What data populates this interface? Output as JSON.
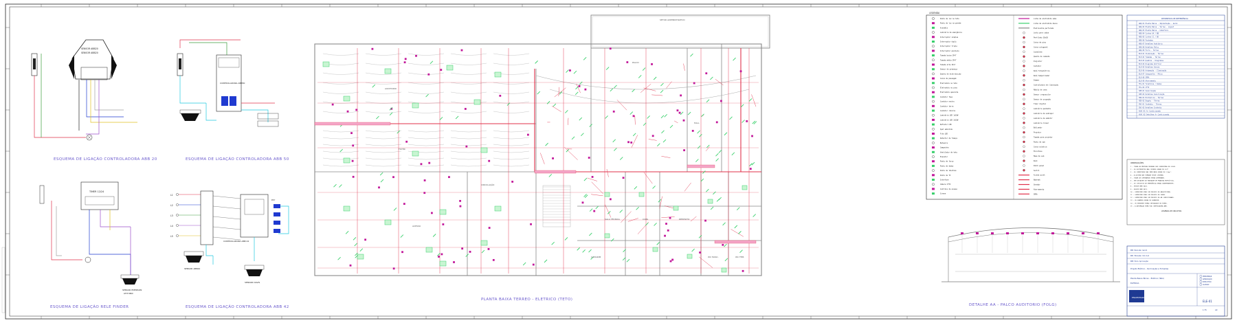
{
  "drawing": {
    "captions": {
      "abb20": "ESQUEMA DE LIGAÇÃO CONTROLADORA ABB 20",
      "abb50": "ESQUEMA DE LIGAÇÃO CONTROLADORA ABB 50",
      "finder": "ESQUEMA DE LIGAÇÃO RELE FINDER",
      "abb42": "ESQUEMA DE LIGAÇÃO CONTROLADORA ABB 42",
      "plan": "PLANTA BAIXA TERREO - ELETRICO (TETO)",
      "detail": "DETALHE AA - PALCO AUDITORIO (FOLG)"
    },
    "schematic_labels": {
      "sensor_abb_a": "SENSOR ABB20",
      "sensor_abb_b": "SENSOR ABB20",
      "controladora_abb": "CONTROLADORA ABB50",
      "timer": "TIMER 12/24",
      "sensor_abb42": "SENSOR ABB42",
      "sensor_davis": "SENSOR DAVIS",
      "controladora_abb42": "CONTROLADORA ABB 42",
      "sensor_emerson": "SENSOR EMERSON",
      "sensor_emerson_sub": "LEYP 8800",
      "l1": "L1",
      "l2": "L2",
      "l3": "L3",
      "l4": "L4",
      "l5": "L5",
      "pxy": "PXY"
    },
    "rooms": {
      "auditorio": "AUDITORIO",
      "palco": "PALCO",
      "foyer": "FOYER",
      "hall": "HALL",
      "circulacao": "CIRCULAÇÃO",
      "copa": "COPA",
      "deposito": "DEPÓSITO",
      "wc_masc": "WC MASC.",
      "wc_fem": "WC FEM.",
      "camarim": "CAMARIM",
      "sala_tecnica": "SALA TÉCNICA",
      "acesso": "ACESSO",
      "setor_adm": "SETOR ADMINISTRATIVO"
    },
    "legend": {
      "title": "LEGENDA",
      "left_items": [
        "Ponto de luz no teto",
        "Ponto de luz na parede",
        "Arandela",
        "Luminária de emergência",
        "Interruptor simples",
        "Interruptor duplo",
        "Interruptor triplo",
        "Interruptor paralelo",
        "Tomada baixa 2P+T",
        "Tomada média 2P+T",
        "Tomada alta 2P+T",
        "Sensor de presença",
        "Quadro de distribuição",
        "Caixa de passagem",
        "Eletroduto no teto",
        "Eletroduto no piso",
        "Eletroduto aparente",
        "Condutor fase",
        "Condutor neutro",
        "Condutor terra",
        "Condutor retorno",
        "Luminária LED 1x18W",
        "Luminária LED 2x18W",
        "Refletor LED",
        "Spot embutido",
        "Fita LED",
        "Detector de fumaça",
        "Botoeira",
        "Campainha",
        "Ventilador de teto",
        "Exaustor",
        "Ponto de força",
        "Ponto de dados",
        "Ponto de telefone",
        "Ponto de TV",
        "Interfone",
        "Câmera CFTV",
        "Controle de acesso",
        "Sirene"
      ],
      "right_items": [
        "Linha de eletroduto sobe",
        "Linha de eletroduto desce",
        "Eletrocalha perfurada",
        "Leito para cabos",
        "Perfilado 38x38",
        "Caixa de piso",
        "Caixa octogonal",
        "Condulete",
        "Quadro de comando",
        "Disjuntor",
        "Contator",
        "Relé fotoelétrico",
        "Relé temporizador",
        "Dimmer",
        "Controladora de iluminação",
        "Módulo de cena",
        "Sensor crepuscular",
        "Sensor de ocupação",
        "Timer digital",
        "Luminária pendente",
        "Luminária de sobrepor",
        "Luminária de embutir",
        "Luminária linear",
        "Balizador",
        "Projetor",
        "Tomada para projetor",
        "Ponto de som",
        "Caixa acústica",
        "Microfone",
        "Mesa de som",
        "Rack",
        "Patch panel",
        "Switch",
        "Access point",
        "Nobreak",
        "Gerador",
        "Aterramento",
        "SPDA"
      ]
    },
    "revisions": {
      "title": "DESENHOS DE REFERÊNCIA",
      "rows": [
        "ARQ-01 Planta Baixa - Implantação - Geral",
        "ARQ-02 Planta Baixa - Térreo - Layout",
        "ARQ-03 Planta Baixa - Cobertura",
        "ARQ-04 Cortes AA / BB",
        "ARQ-05 Cortes CC / DD",
        "ARQ-06 Fachadas",
        "ARQ-07 Detalhes Auditório",
        "ARQ-08 Detalhes Palco",
        "ARQ-09 Forro - Térreo",
        "ELE-01 Iluminação - Térreo",
        "ELE-02 Tomadas - Térreo",
        "ELE-03 Quadros - Diagramas",
        "ELE-04 Diagrama Unifilar",
        "ELE-05 Detalhes Gerais",
        "ELE-06 Automação - Iluminação",
        "ELE-07 Cenografia - Palco",
        "ELE-08 SPDA",
        "ELE-09 Aterramento",
        "TEL-01 Telefonia / Dados",
        "TEL-02 CFTV",
        "SOM-01 Sonorização",
        "SOM-02 Detalhes Sonorização",
        "HID-01 Hidráulica - Térreo",
        "HID-02 Esgoto - Térreo",
        "INC-01 Incêndio - Térreo",
        "INC-02 Detalhes Incêndio",
        "AVAC-01 Ar Condicionado",
        "AVAC-02 Detalhes Ar Condicionado"
      ]
    },
    "notes": {
      "title": "OBSERVAÇÕES",
      "lines": [
        "1 - TODAS AS MEDIDAS DEVERÃO SER CONFERIDAS NO LOCAL.",
        "2 - OS ELETRODUTOS NÃO COTADOS SERÃO DE 3/4\".",
        "3 - OS CONDUTORES NÃO INDICADOS SERÃO DE 2,5mm².",
        "4 - A ALTURA DAS TOMADAS SEGUE LEGENDA.",
        "5 - TODAS AS LUMINÁRIAS SERÃO ATERRADAS.",
        "6 - VER DETALHES DE MONTAGEM EM PRANCHA ESPECÍFICA.",
        "7 - OS CIRCUITOS DE EMERGÊNCIA SERÃO INDEPENDENTES.",
        "8 - SEGUIR NBR 5410.",
        "9 - SEGUIR NBR 5413.",
        "10 - COMPATIBILIZAR COM PROJETO DE ARQUITETURA.",
        "11 - COMPATIBILIZAR COM PROJETO DE FORRO.",
        "12 - COMPATIBILIZAR COM PROJETO DE AR CONDICIONADO.",
        "13 - OS QUADROS SERÃO DE SOBREPOR.",
        "14 - OS SENSORES SERÃO INSTALADOS NO FORRO.",
        "15 - A AUTOMAÇÃO SERÁ VIA CONTROLADORA ABB."
      ],
      "sub_title": "LEGENDA DE CIRCUITOS"
    },
    "title_block": {
      "rev_rows": [
        "R02  Revisão Geral",
        "R01  Emissão Inicial",
        "R00  Para Aprovação"
      ],
      "project": "Projeto Elétrico - Iluminação e Tomadas",
      "sheet_title": "Planta Baixa Térreo - Elétrico (Teto)",
      "discipline": "ELÉTRICA",
      "checkboxes": [
        "PRELIMINAR",
        "APROVAÇÃO",
        "EXECUTIVO",
        "AS BUILT"
      ],
      "sheet_number": "ELE-01",
      "scale": "1:75",
      "format": "A0",
      "company_block": "ENGENHARIA"
    }
  },
  "colors": {
    "circuit_red": "#e0304a",
    "circuit_magenta": "#c2189a",
    "fixture_green": "#39d06b",
    "wall_gray": "#8a8a8a",
    "cyan": "#1ec8e0",
    "blue": "#1f3ad0",
    "caption_purple": "#6a5acd",
    "title_blue": "#1f3a93",
    "frame_black": "#111111"
  }
}
